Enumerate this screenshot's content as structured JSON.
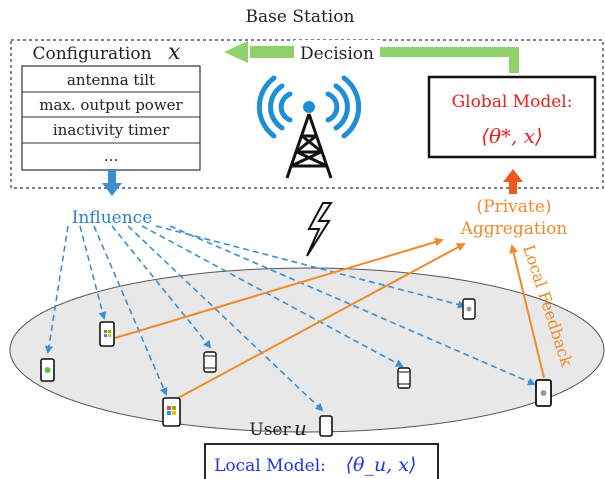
{
  "base_station_label": "Base Station",
  "decision_label": "Decision",
  "configuration": {
    "title": "Configuration",
    "var": "x",
    "items": [
      "antenna tilt",
      "max. output power",
      "inactivity timer",
      "..."
    ]
  },
  "global_model": {
    "title": "Global Model:",
    "formula": "⟨θ*, x⟩"
  },
  "influence_label": "Influence",
  "aggregation": {
    "line1": "(Private)",
    "line2": "Aggregation"
  },
  "local_feedback_label": "Local Feedback",
  "user_label": "User",
  "user_var": "u",
  "local_model": {
    "title": "Local Model:",
    "formula": "⟨θ_u, x⟩"
  },
  "colors": {
    "influence_blue": "#3a8fd0",
    "aggregation_orange": "#ef8a2c",
    "decision_green": "#8fd16a",
    "global_red": "#e8201c",
    "local_blue": "#1f33e6",
    "ellipse_fill": "#e8e8e8"
  }
}
